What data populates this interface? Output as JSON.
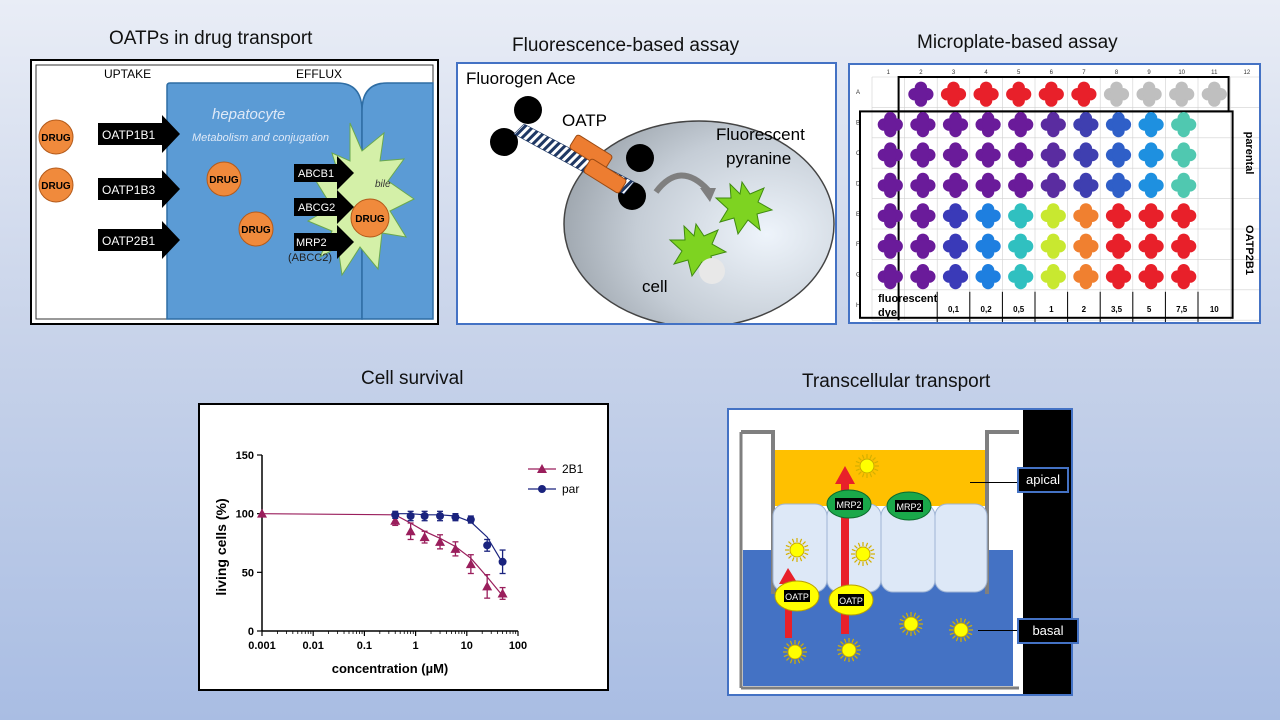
{
  "titles": {
    "oatp": "OATPs in drug transport",
    "fluor": "Fluorescence-based assay",
    "micro": "Microplate-based assay",
    "survival": "Cell survival",
    "trans": "Transcellular transport"
  },
  "oatp_panel": {
    "uptake": "UPTAKE",
    "efflux": "EFFLUX",
    "hepatocyte": "hepatocyte",
    "metabolism": "Metabolism and conjugation",
    "drug": "DRUG",
    "bile": "bile",
    "transporters_in": [
      "OATP1B1",
      "OATP1B3",
      "OATP2B1"
    ],
    "transporters_out": [
      "ABCB1",
      "ABCG2",
      "MRP2"
    ],
    "abcc2": "(ABCC2)"
  },
  "fluor_panel": {
    "fluorogen": "Fluorogen Ace",
    "oatp": "OATP",
    "fluorescent": "Fluorescent",
    "pyranine": "pyranine",
    "cell": "cell"
  },
  "micro_panel": {
    "cols": [
      "1",
      "2",
      "3",
      "4",
      "5",
      "6",
      "7",
      "8",
      "9",
      "10",
      "11",
      "12"
    ],
    "rows": [
      "A",
      "B",
      "C",
      "D",
      "E",
      "F",
      "G",
      "H"
    ],
    "conc": [
      "0,1",
      "0,2",
      "0,5",
      "1",
      "2",
      "3,5",
      "5",
      "7,5",
      "10"
    ],
    "fl1": "fluorescent",
    "fl2": "dye",
    "parental": "parental",
    "oatp2b1": "OATP2B1",
    "colors": {
      "A": [
        "#6a1b9a",
        "#e8202a",
        "#e8202a",
        "#e8202a",
        "#e8202a",
        "#e8202a",
        "#bfbfbf",
        "#bfbfbf",
        "#bfbfbf",
        "#bfbfbf"
      ],
      "parental": [
        "#6a1b9a",
        "#6a1b9a",
        "#6a1b9a",
        "#6a1b9a",
        "#6a1b9a",
        "#5a2ca0",
        "#3f3fb0",
        "#2f5fc8",
        "#1e90e0",
        "#50c8b0"
      ],
      "oatp": [
        "#6a1b9a",
        "#6a1b9a",
        "#3a3ab8",
        "#1e7fe0",
        "#30c0c0",
        "#c8e830",
        "#f08030",
        "#e8202a",
        "#e8202a",
        "#e8202a"
      ]
    }
  },
  "chart_data": {
    "type": "scatter",
    "xlabel": "concentration (µM)",
    "ylabel": "living cells (%)",
    "x_scale": "log",
    "xlim": [
      0.001,
      100
    ],
    "ylim": [
      0,
      150
    ],
    "x_ticks": [
      "0.001",
      "0.01",
      "0.1",
      "1",
      "10",
      "100"
    ],
    "y_ticks": [
      "0",
      "50",
      "100",
      "150"
    ],
    "legend_position": "top-right",
    "series": [
      {
        "name": "2B1",
        "color": "#9a1e5c",
        "marker": "triangle",
        "x": [
          0.001,
          0.4,
          0.8,
          1.5,
          3,
          6,
          12,
          25,
          50
        ],
        "y": [
          100,
          94,
          85,
          80,
          76,
          70,
          57,
          38,
          32
        ],
        "err": [
          0,
          4,
          7,
          5,
          6,
          6,
          8,
          10,
          5
        ],
        "fit": [
          100,
          99,
          92,
          85,
          79,
          72,
          62,
          46,
          30
        ]
      },
      {
        "name": "par",
        "color": "#1a237e",
        "marker": "circle",
        "x": [
          0.4,
          0.8,
          1.5,
          3,
          6,
          12,
          25,
          50
        ],
        "y": [
          99,
          98,
          98,
          98,
          97,
          95,
          73,
          59
        ],
        "err": [
          3,
          4,
          4,
          4,
          3,
          3,
          5,
          10
        ],
        "fit": [
          100,
          100,
          99,
          99,
          98,
          93,
          80,
          58
        ]
      }
    ]
  },
  "trans_panel": {
    "apical": "apical",
    "basal": "basal",
    "mrp2": "MRP2",
    "oatp": "OATP"
  }
}
